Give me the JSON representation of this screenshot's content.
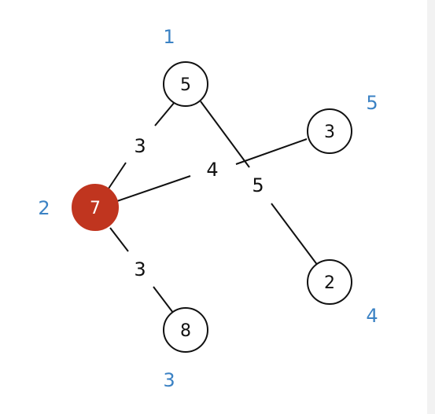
{
  "colors": {
    "accent": "#c0351f",
    "index_label": "#3b82c4",
    "line": "#111111"
  },
  "nodes": [
    {
      "id": "a",
      "value": "5",
      "index": "1",
      "active": false
    },
    {
      "id": "b",
      "value": "3",
      "index": "5",
      "active": false
    },
    {
      "id": "c",
      "value": "7",
      "index": "2",
      "active": true
    },
    {
      "id": "d",
      "value": "2",
      "index": "4",
      "active": false
    },
    {
      "id": "e",
      "value": "8",
      "index": "3",
      "active": false
    }
  ],
  "edges": [
    {
      "from": "a",
      "to": "c",
      "weight": "3"
    },
    {
      "from": "c",
      "to": "b",
      "weight": "4"
    },
    {
      "from": "a",
      "to": "d",
      "weight": "5"
    },
    {
      "from": "c",
      "to": "e",
      "weight": "3"
    }
  ]
}
